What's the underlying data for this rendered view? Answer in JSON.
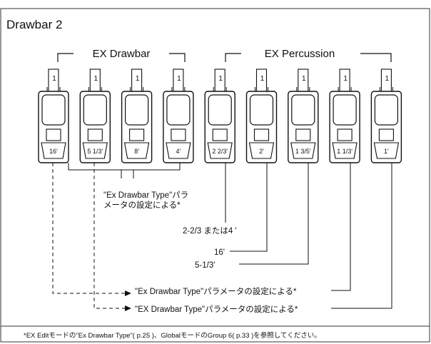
{
  "title": "Drawbar 2",
  "groups": {
    "ex_drawbar": "EX Drawbar",
    "ex_percussion": "EX Percussion"
  },
  "drawbars": [
    {
      "top": "1",
      "foot": "16'"
    },
    {
      "top": "1",
      "foot": "5 1/3'"
    },
    {
      "top": "1",
      "foot": "8'"
    },
    {
      "top": "1",
      "foot": "4'"
    },
    {
      "top": "1",
      "foot": "2 2/3'"
    },
    {
      "top": "1",
      "foot": "2'"
    },
    {
      "top": "1",
      "foot": "1 3/5'"
    },
    {
      "top": "1",
      "foot": "1 1/3'"
    },
    {
      "top": "1",
      "foot": "1'"
    }
  ],
  "notes": {
    "ex_type_line1": "\"Ex Drawbar Type\"パラ",
    "ex_type_line2": "メータの設定による*",
    "label_223_or_4": "2-2/3 または4 '",
    "label_16": "16'",
    "label_513": "5-1/3'",
    "arrow1": "\"Ex Drawbar Type\"パラメータの設定による*",
    "arrow2": "\"EX Drawbar Type\"パラメータの設定による*"
  },
  "footnote": "*EX Editモードの\"Ex Drawbar Type\"( p.25 )、GlobalモードのGroup 6( p.33 )を参照してください。"
}
